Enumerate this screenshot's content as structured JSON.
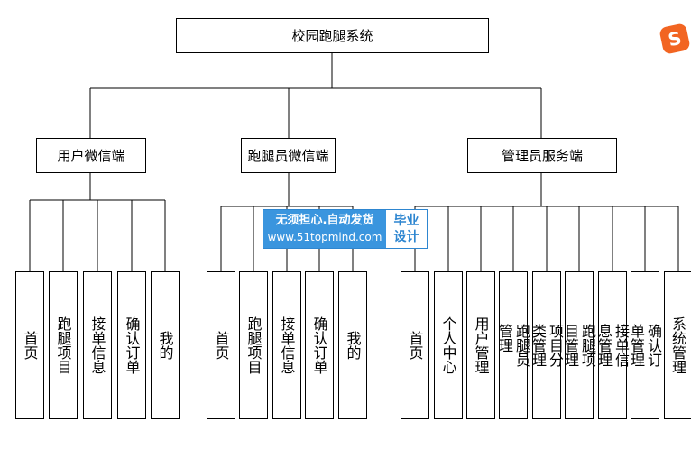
{
  "root": {
    "label": "校园跑腿系统"
  },
  "groups": [
    {
      "label": "用户微信端",
      "leaves": [
        "首页",
        "跑腿项目",
        "接单信息",
        "确认订单",
        "我的"
      ]
    },
    {
      "label": "跑腿员微信端",
      "leaves": [
        "首页",
        "跑腿项目",
        "接单信息",
        "确认订单",
        "我的"
      ]
    },
    {
      "label": "管理员服务端",
      "leaves": [
        "首页",
        "个人中心",
        "用户管理",
        "跑腿员管理",
        "项目分类管理",
        "跑腿项目管理",
        "接单信息管理",
        "确认订单管理",
        "系统管理"
      ]
    }
  ],
  "watermark": {
    "line1": "无须担心.自动发货",
    "line2": "www.51topmind.com",
    "right1": "毕业",
    "right2": "设计"
  },
  "logo": {
    "icon": "sogou-logo-icon",
    "letter": "S",
    "color": "#f26522"
  }
}
